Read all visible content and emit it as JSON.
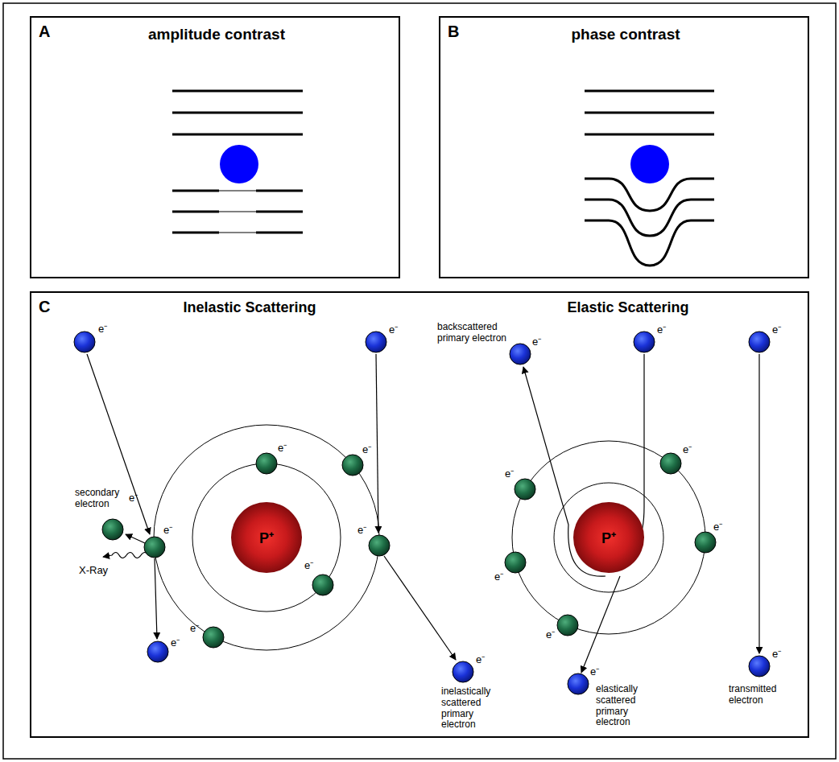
{
  "diagram": {
    "nodes": [
      {
        "text": [
          "A",
          "amplitude contrast"
        ]
      },
      {
        "text": [
          "B",
          "phase contrast"
        ]
      },
      {
        "text": [
          "C",
          "Inelastic Scattering",
          "Elastic Scattering"
        ]
      },
      {
        "text": [
          "P⁺"
        ],
        "in": 2
      },
      {
        "text": [
          "P⁺"
        ],
        "in": 2
      }
    ],
    "labels": [
      "e⁻",
      "secondary electron",
      "e⁻",
      "X-Ray",
      "e⁻",
      "e⁻",
      "e⁻",
      "e⁻",
      "e⁻",
      "e⁻",
      "e⁻",
      "e⁻",
      "e⁻",
      "inelastically scattered primary electron",
      "backscattered primary electron",
      "e⁻",
      "e⁻",
      "e⁻",
      "e⁻",
      "e⁻",
      "e⁻",
      "e⁻",
      "e⁻",
      "e⁻",
      "elastically scattered primary electron",
      "e⁻",
      "transmitted electron"
    ]
  }
}
